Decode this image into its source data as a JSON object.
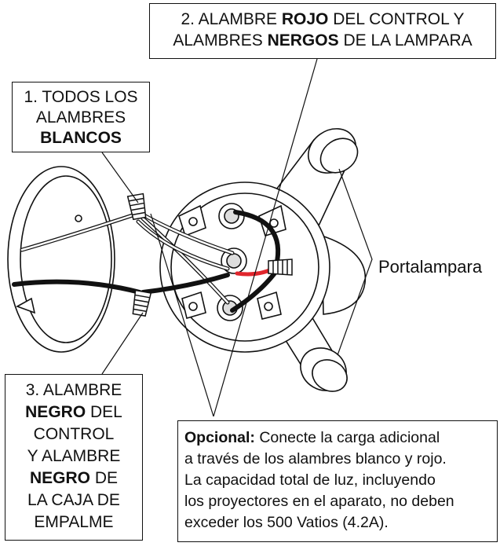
{
  "labels": {
    "white_wires": {
      "line1": "1. TODOS LOS",
      "line2": "ALAMBRES",
      "line3_bold": "BLANCOS"
    },
    "red_black_wires": {
      "line1_a": "2. ALAMBRE ",
      "line1_bold": "ROJO",
      "line1_b": " DEL CONTROL Y",
      "line2_a": "ALAMBRES ",
      "line2_bold": "NERGOS",
      "line2_b": " DE LA LAMPARA"
    },
    "black_wires": {
      "line1": "3. ALAMBRE",
      "line2_bold": "NEGRO",
      "line2_b": " DEL",
      "line3": "CONTROL",
      "line4": "Y ALAMBRE",
      "line5_bold": "NEGRO",
      "line5_b": " DE",
      "line6": "LA CAJA DE",
      "line7": "EMPALME"
    },
    "lampholder": "Portalampara",
    "optional": {
      "title_bold": "Opcional:",
      "line1": " Conecte la carga adicional",
      "line2": "a través de los alambres blanco y rojo.",
      "line3": "La capacidad total de luz, incluyendo",
      "line4": "los proyectores en el aparato, no deben",
      "line5": "exceder los 500 Vatios (4.2A)."
    }
  },
  "colors": {
    "ink": "#111111",
    "red_wire": "#e0262d",
    "paper": "#ffffff"
  }
}
